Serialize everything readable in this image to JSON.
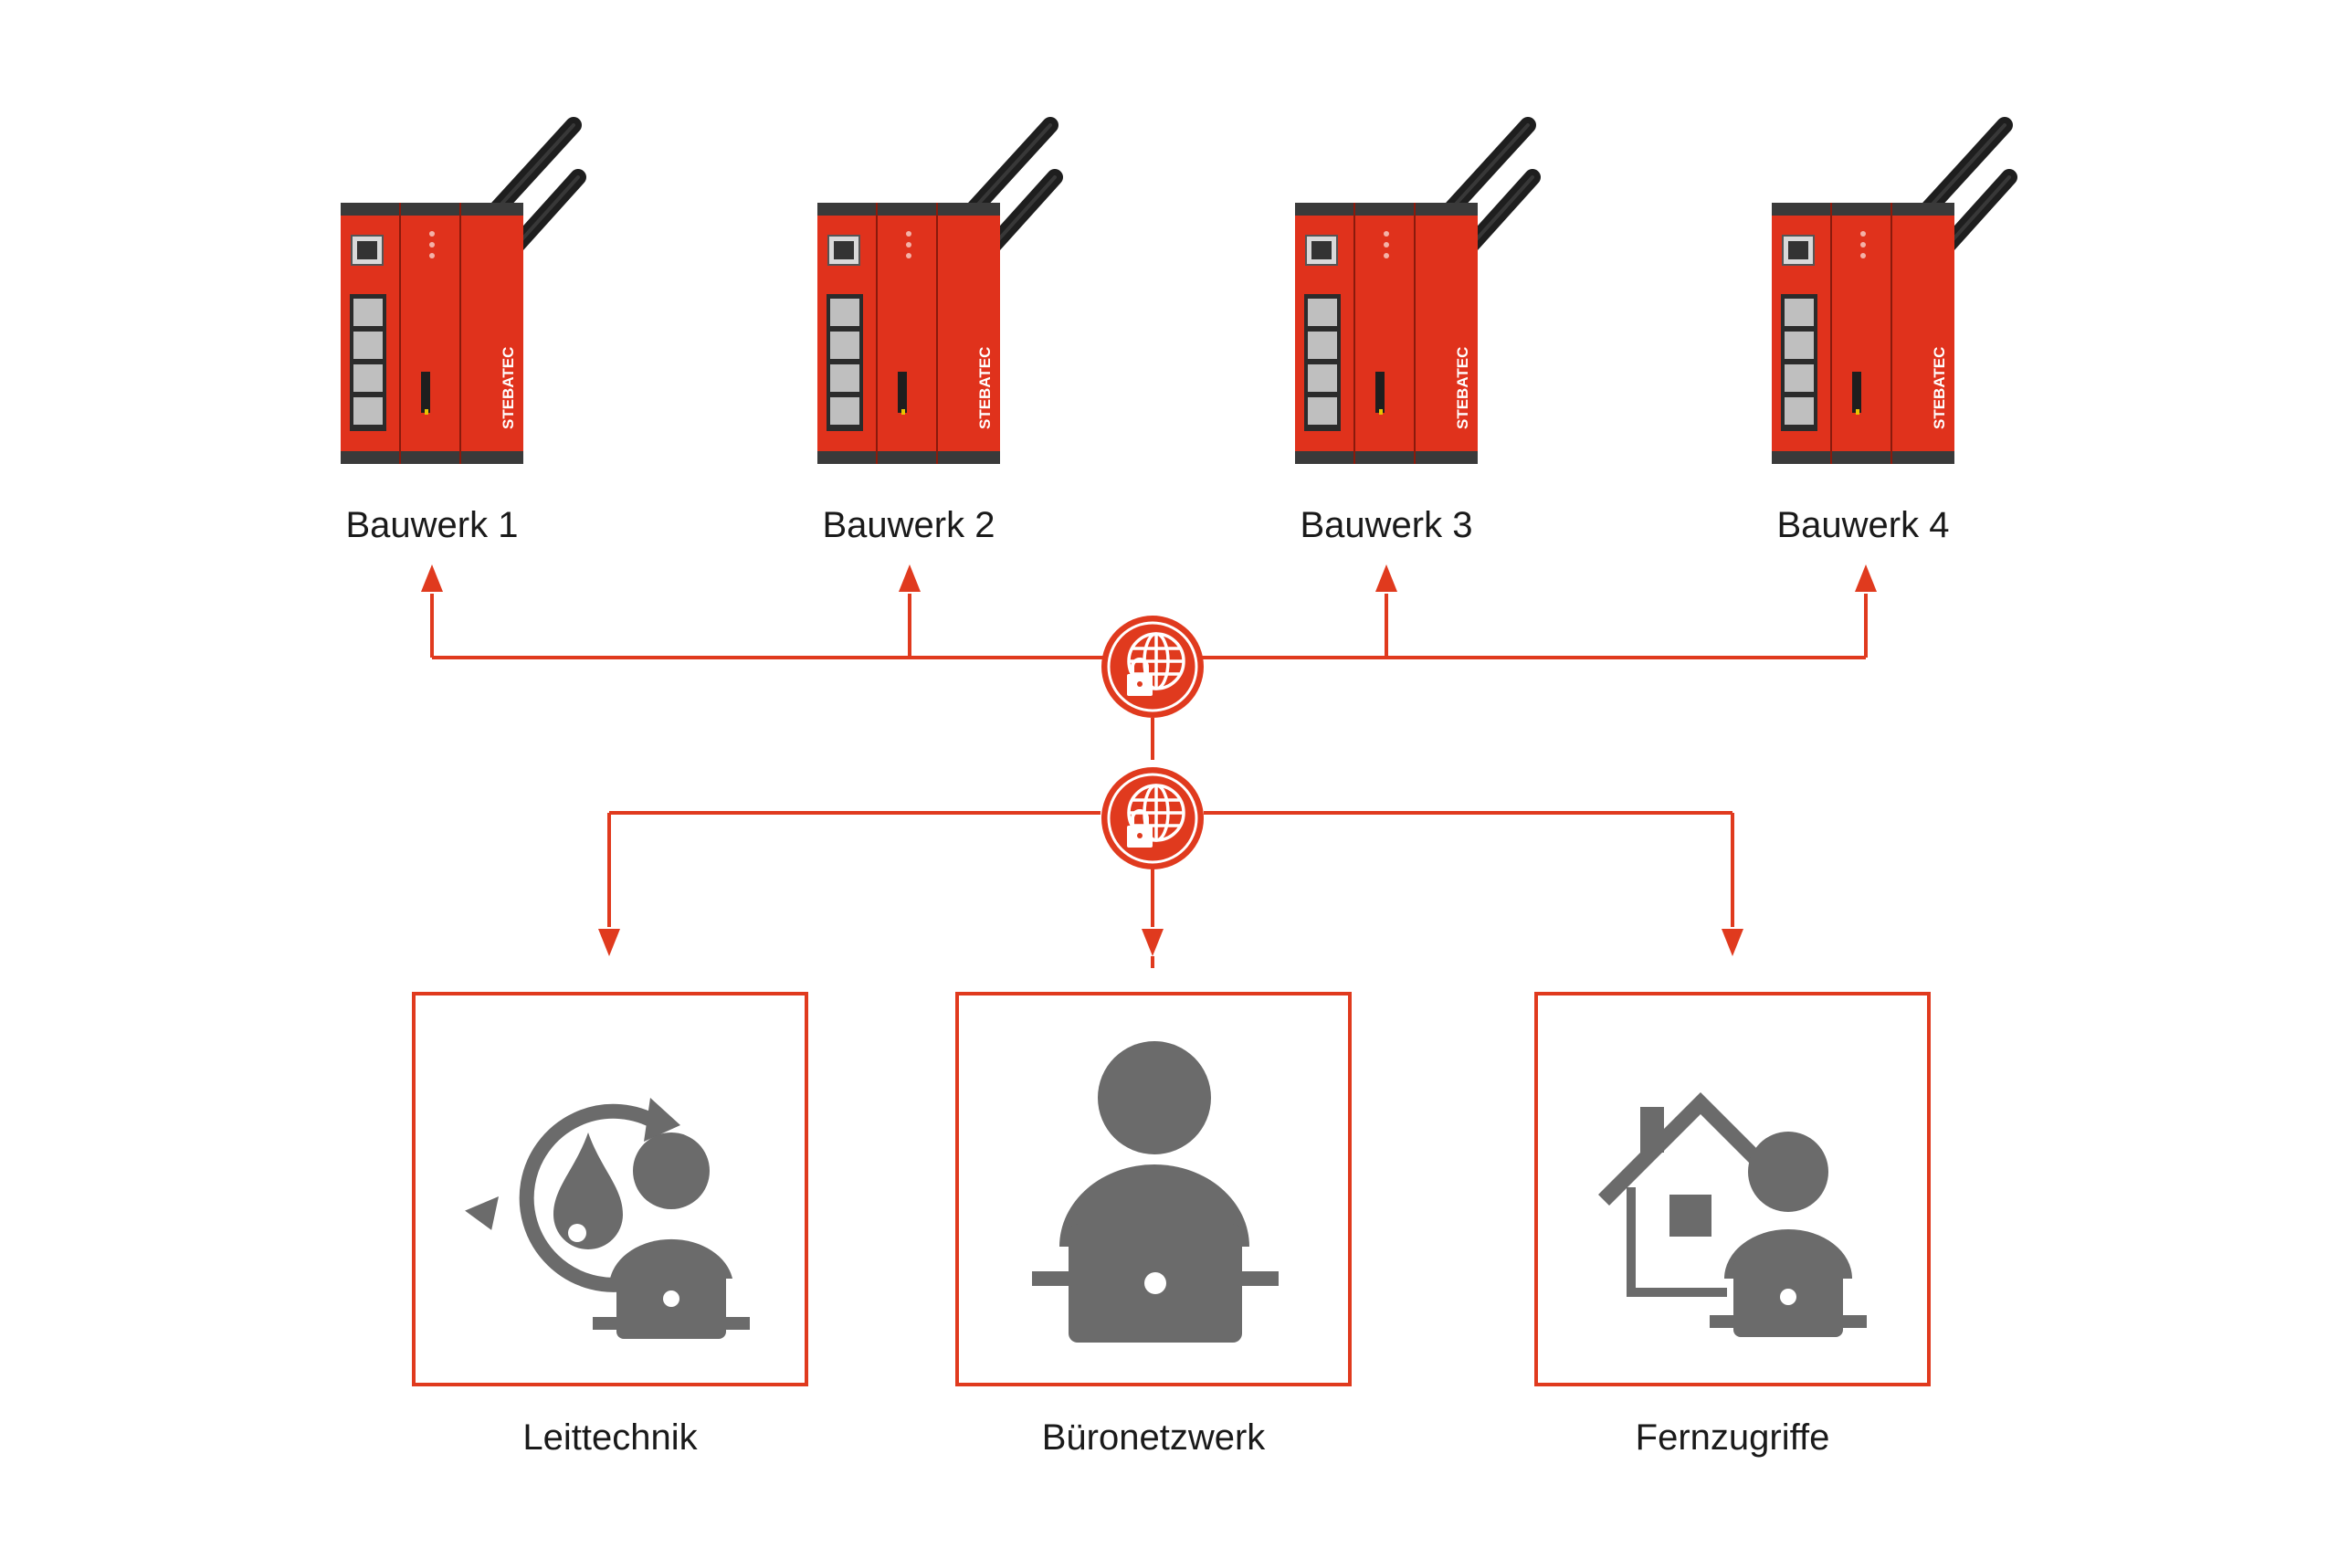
{
  "colors": {
    "accent": "#e03a1e",
    "icon_gray": "#6b6b6b",
    "device_red": "#e0321c",
    "device_dark": "#2a2a2a",
    "text": "#1a1a1a"
  },
  "sites": [
    {
      "label": "Bauwerk 1",
      "brand": "STEBATEC"
    },
    {
      "label": "Bauwerk 2",
      "brand": "STEBATEC"
    },
    {
      "label": "Bauwerk 3",
      "brand": "STEBATEC"
    },
    {
      "label": "Bauwerk 4",
      "brand": "STEBATEC"
    }
  ],
  "hubs": [
    {
      "icon": "secure-globe-icon"
    },
    {
      "icon": "secure-globe-icon"
    }
  ],
  "destinations": [
    {
      "label": "Leittechnik",
      "icon": "water-cycle-operator-icon"
    },
    {
      "label": "Büronetzwerk",
      "icon": "office-user-laptop-icon"
    },
    {
      "label": "Fernzugriffe",
      "icon": "home-user-laptop-icon"
    }
  ]
}
